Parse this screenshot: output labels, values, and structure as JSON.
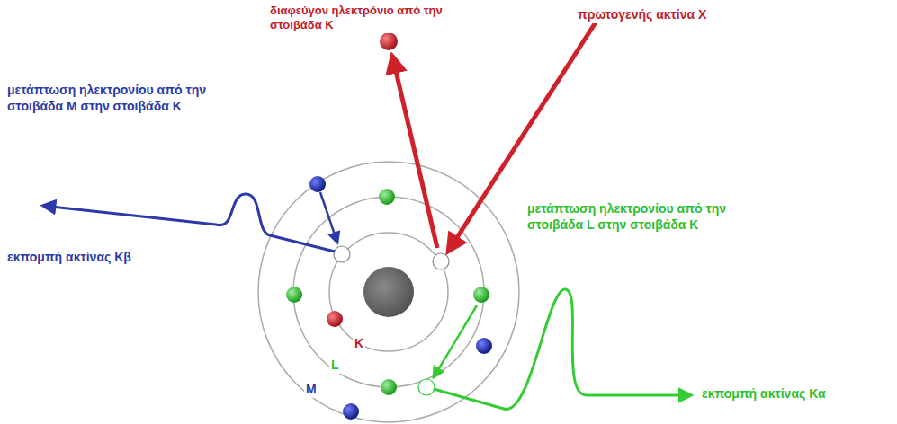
{
  "diagram": {
    "labels": [
      "διαφεύγον ηλεκτρόνιο από την στοιβάδα Κ",
      "πρωτογενής ακτίνα Χ",
      "μετάπτωση ηλεκτρονίου από την στοιβάδα Μ στην στοιβάδα Κ",
      "μετάπτωση ηλεκτρονίου από την στοιβάδα L στην στοιβάδα Κ",
      "εκπομπή ακτίνας Κβ",
      "εκπομπή ακτίνας Κα",
      "K",
      "L",
      "M"
    ]
  }
}
